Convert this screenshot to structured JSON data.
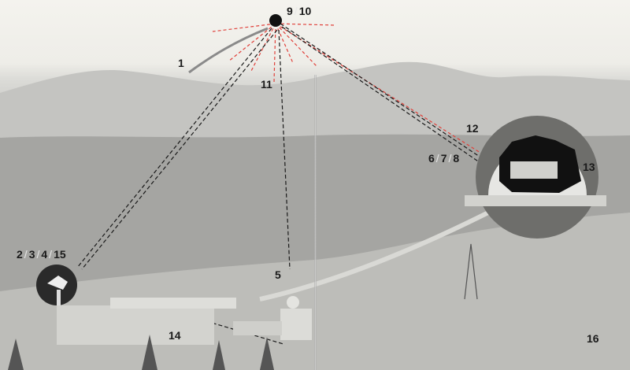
{
  "figure": {
    "description": "Aerial photograph of satellite ground station with numbered callouts and signal path arrows to an orbiting satellite",
    "colors": {
      "signal_red": "#e0403a",
      "signal_black": "#1a1a1a",
      "label": "#1a1a1a"
    },
    "labels": {
      "satellite": "9/10",
      "trajectory": "1",
      "antenna_small": "2/3/4/15",
      "radome_left": "6/7/8",
      "radome_top": "12",
      "radome_right": "13",
      "tower_5": "5",
      "tower_11": "11",
      "building": "14",
      "corner": "16"
    },
    "label_parts": {
      "satellite": [
        "9",
        "10"
      ],
      "antenna_small": [
        "2",
        "3",
        "4",
        "15"
      ],
      "radome_left": [
        "6",
        "7",
        "8"
      ]
    }
  }
}
